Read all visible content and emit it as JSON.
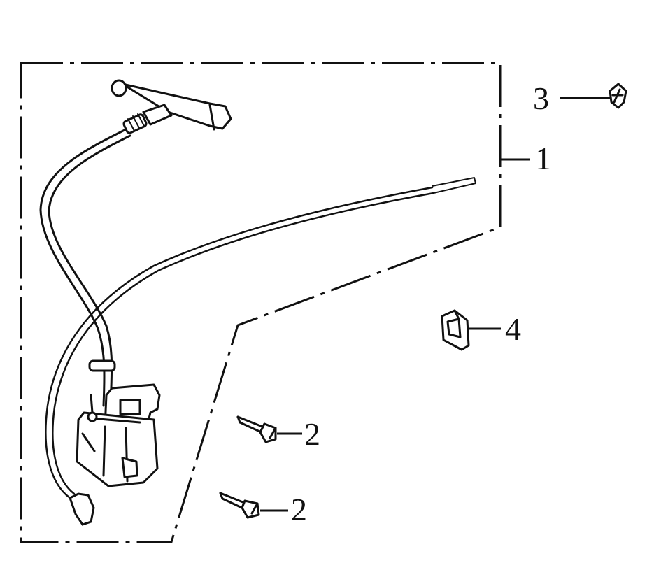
{
  "diagram": {
    "callouts": [
      {
        "label": "1",
        "part": "ignition-coil-assembly"
      },
      {
        "label": "2",
        "part": "bolt-upper"
      },
      {
        "label": "2",
        "part": "bolt-lower"
      },
      {
        "label": "3",
        "part": "clip-nut"
      },
      {
        "label": "4",
        "part": "wire-clamp"
      }
    ],
    "colors": {
      "line": "#111111",
      "background": "#ffffff"
    }
  }
}
